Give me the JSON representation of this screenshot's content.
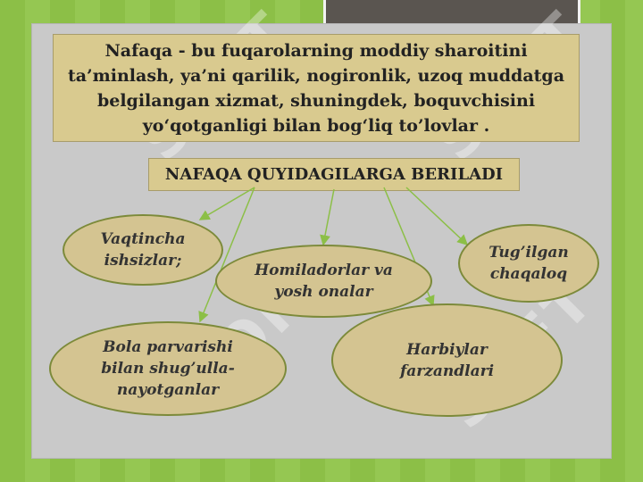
{
  "slide": {
    "intro_text": "Nafaqa - bu fuqarolarning moddiy sharoitini ta’minlash, ya’ni qarilik, nogironlik, uzoq muddatga belgilangan xizmat, shuningdek, boquvchisini yo‘qotganligi bilan bog‘liq to’lovlar  .",
    "heading": "NAFAQA QUYIDAGILARGA BERILADI",
    "items": [
      {
        "label": "Vaqtincha ishsizlar;"
      },
      {
        "label": "Homiladorlar va yosh onalar"
      },
      {
        "label": "Tug’ilgan chaqaloq"
      },
      {
        "label": "Bola parvarishi bilan shug’ulla-nayotganlar"
      },
      {
        "label": "Harbiylar farzandlari"
      }
    ]
  },
  "colors": {
    "background": "#8fc24a",
    "panel": "#c9c9c9",
    "box_fill": "#d9ca8f",
    "oval_fill": "#d4c491",
    "oval_border": "#7c8a3a",
    "arrow": "#8cbf47"
  }
}
